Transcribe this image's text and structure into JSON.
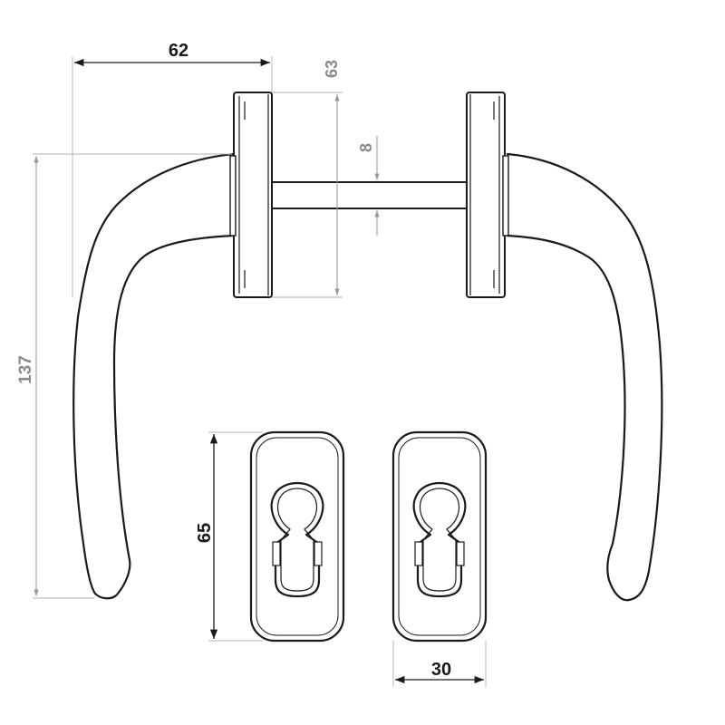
{
  "dimensions": {
    "handle_projection": "62",
    "rose_height": "63",
    "spindle_size": "8",
    "handle_length": "137",
    "escutcheon_height": "65",
    "escutcheon_width": "30"
  },
  "colors": {
    "line": "#1a1a1a",
    "dimension_grey": "#8a8a8a",
    "background": "#ffffff"
  }
}
